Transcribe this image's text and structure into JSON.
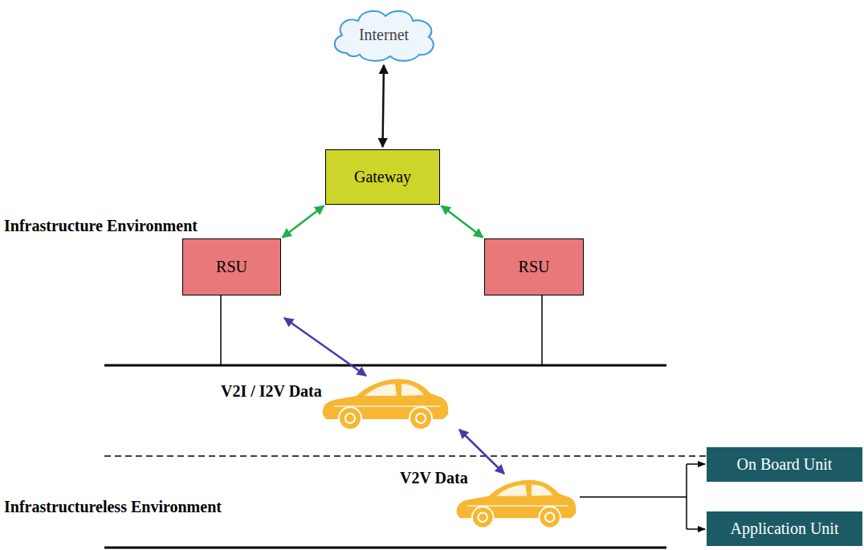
{
  "diagram": {
    "nodes": [
      {
        "text": [
          "Internet"
        ]
      },
      {
        "text": [
          "Gateway"
        ]
      },
      {
        "text": [
          "RSU"
        ]
      },
      {
        "text": [
          "RSU"
        ]
      },
      {
        "text": [
          "On Board Unit"
        ]
      },
      {
        "text": [
          "Application Unit"
        ]
      }
    ],
    "edges": [
      {
        "from": 0,
        "to": 1,
        "arrow": "both"
      },
      {
        "from": 1,
        "to": 2,
        "arrow": "both"
      },
      {
        "from": 1,
        "to": 3,
        "arrow": "both"
      }
    ],
    "labels": [
      "Infrastructure Environment",
      "V2I / I2V Data",
      "V2V Data",
      "Infrastructureless Environment"
    ]
  }
}
